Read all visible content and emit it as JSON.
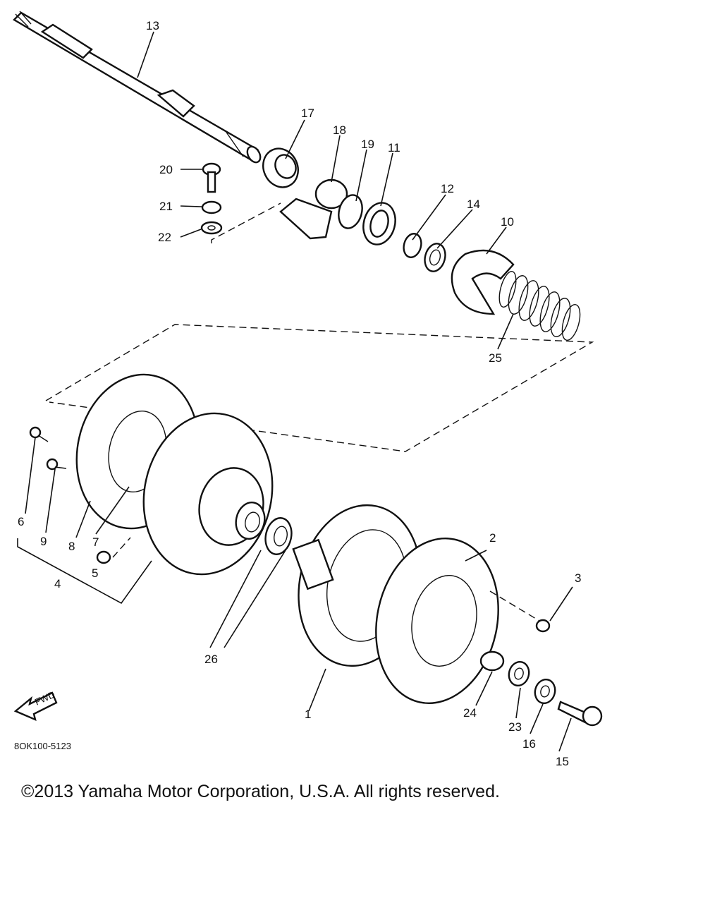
{
  "diagram": {
    "drawing_code": "8OK100-5123",
    "fwd_label": "FWD",
    "labels": {
      "p1": "1",
      "p2": "2",
      "p3": "3",
      "p4": "4",
      "p5": "5",
      "p6": "6",
      "p7": "7",
      "p8": "8",
      "p9": "9",
      "p10": "10",
      "p11": "11",
      "p12": "12",
      "p13": "13",
      "p14": "14",
      "p15": "15",
      "p16": "16",
      "p17": "17",
      "p18": "18",
      "p19": "19",
      "p20": "20",
      "p21": "21",
      "p22": "22",
      "p23": "23",
      "p24": "24",
      "p25": "25",
      "p26": "26"
    }
  },
  "footer": {
    "copyright": "©2013 Yamaha Motor Corporation, U.S.A. All rights reserved."
  }
}
